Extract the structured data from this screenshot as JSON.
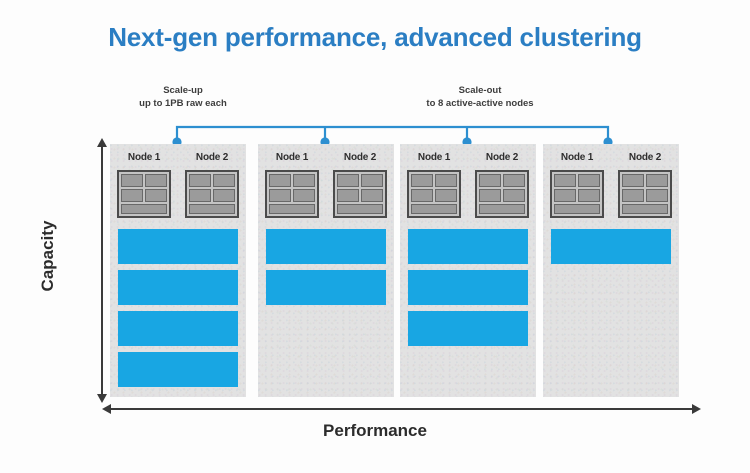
{
  "slide": {
    "title": "Next-gen performance, advanced clustering",
    "title_color": "#2b7ec3",
    "background_color": "#fdfdfd"
  },
  "callouts": [
    {
      "id": "scale-up",
      "line1": "Scale-up",
      "line2": "up to 1PB raw each"
    },
    {
      "id": "scale-out",
      "line1": "Scale-out",
      "line2": "to 8 active-active nodes"
    }
  ],
  "axes": {
    "y": {
      "label": "Capacity",
      "arrow": "double-headed-vertical"
    },
    "x": {
      "label": "Performance",
      "arrow": "double-headed-horizontal"
    }
  },
  "connector": {
    "color": "#2d8fd0",
    "node_count": 4
  },
  "chart_data": {
    "type": "diagram",
    "title": "Next-gen performance, advanced clustering",
    "xlabel": "Performance",
    "ylabel": "Capacity",
    "shelf_slots_per_chassis": 4,
    "chassis": [
      {
        "index": 1,
        "nodes": [
          "Node 1",
          "Node 2"
        ],
        "filled_shelves": 4,
        "shelves": [
          true,
          true,
          true,
          true
        ]
      },
      {
        "index": 2,
        "nodes": [
          "Node 1",
          "Node 2"
        ],
        "filled_shelves": 2,
        "shelves": [
          true,
          true,
          false,
          false
        ]
      },
      {
        "index": 3,
        "nodes": [
          "Node 1",
          "Node 2"
        ],
        "filled_shelves": 3,
        "shelves": [
          true,
          true,
          true,
          false
        ]
      },
      {
        "index": 4,
        "nodes": [
          "Node 1",
          "Node 2"
        ],
        "filled_shelves": 1,
        "shelves": [
          true,
          false,
          false,
          false
        ]
      }
    ],
    "colors": {
      "shelf_filled": "#18a6e3",
      "chassis_body": "#e2e2e2",
      "node_module_border": "#4b4b4b",
      "node_module_fill": "#9b9b9b",
      "axis": "#3a3a3a"
    }
  }
}
